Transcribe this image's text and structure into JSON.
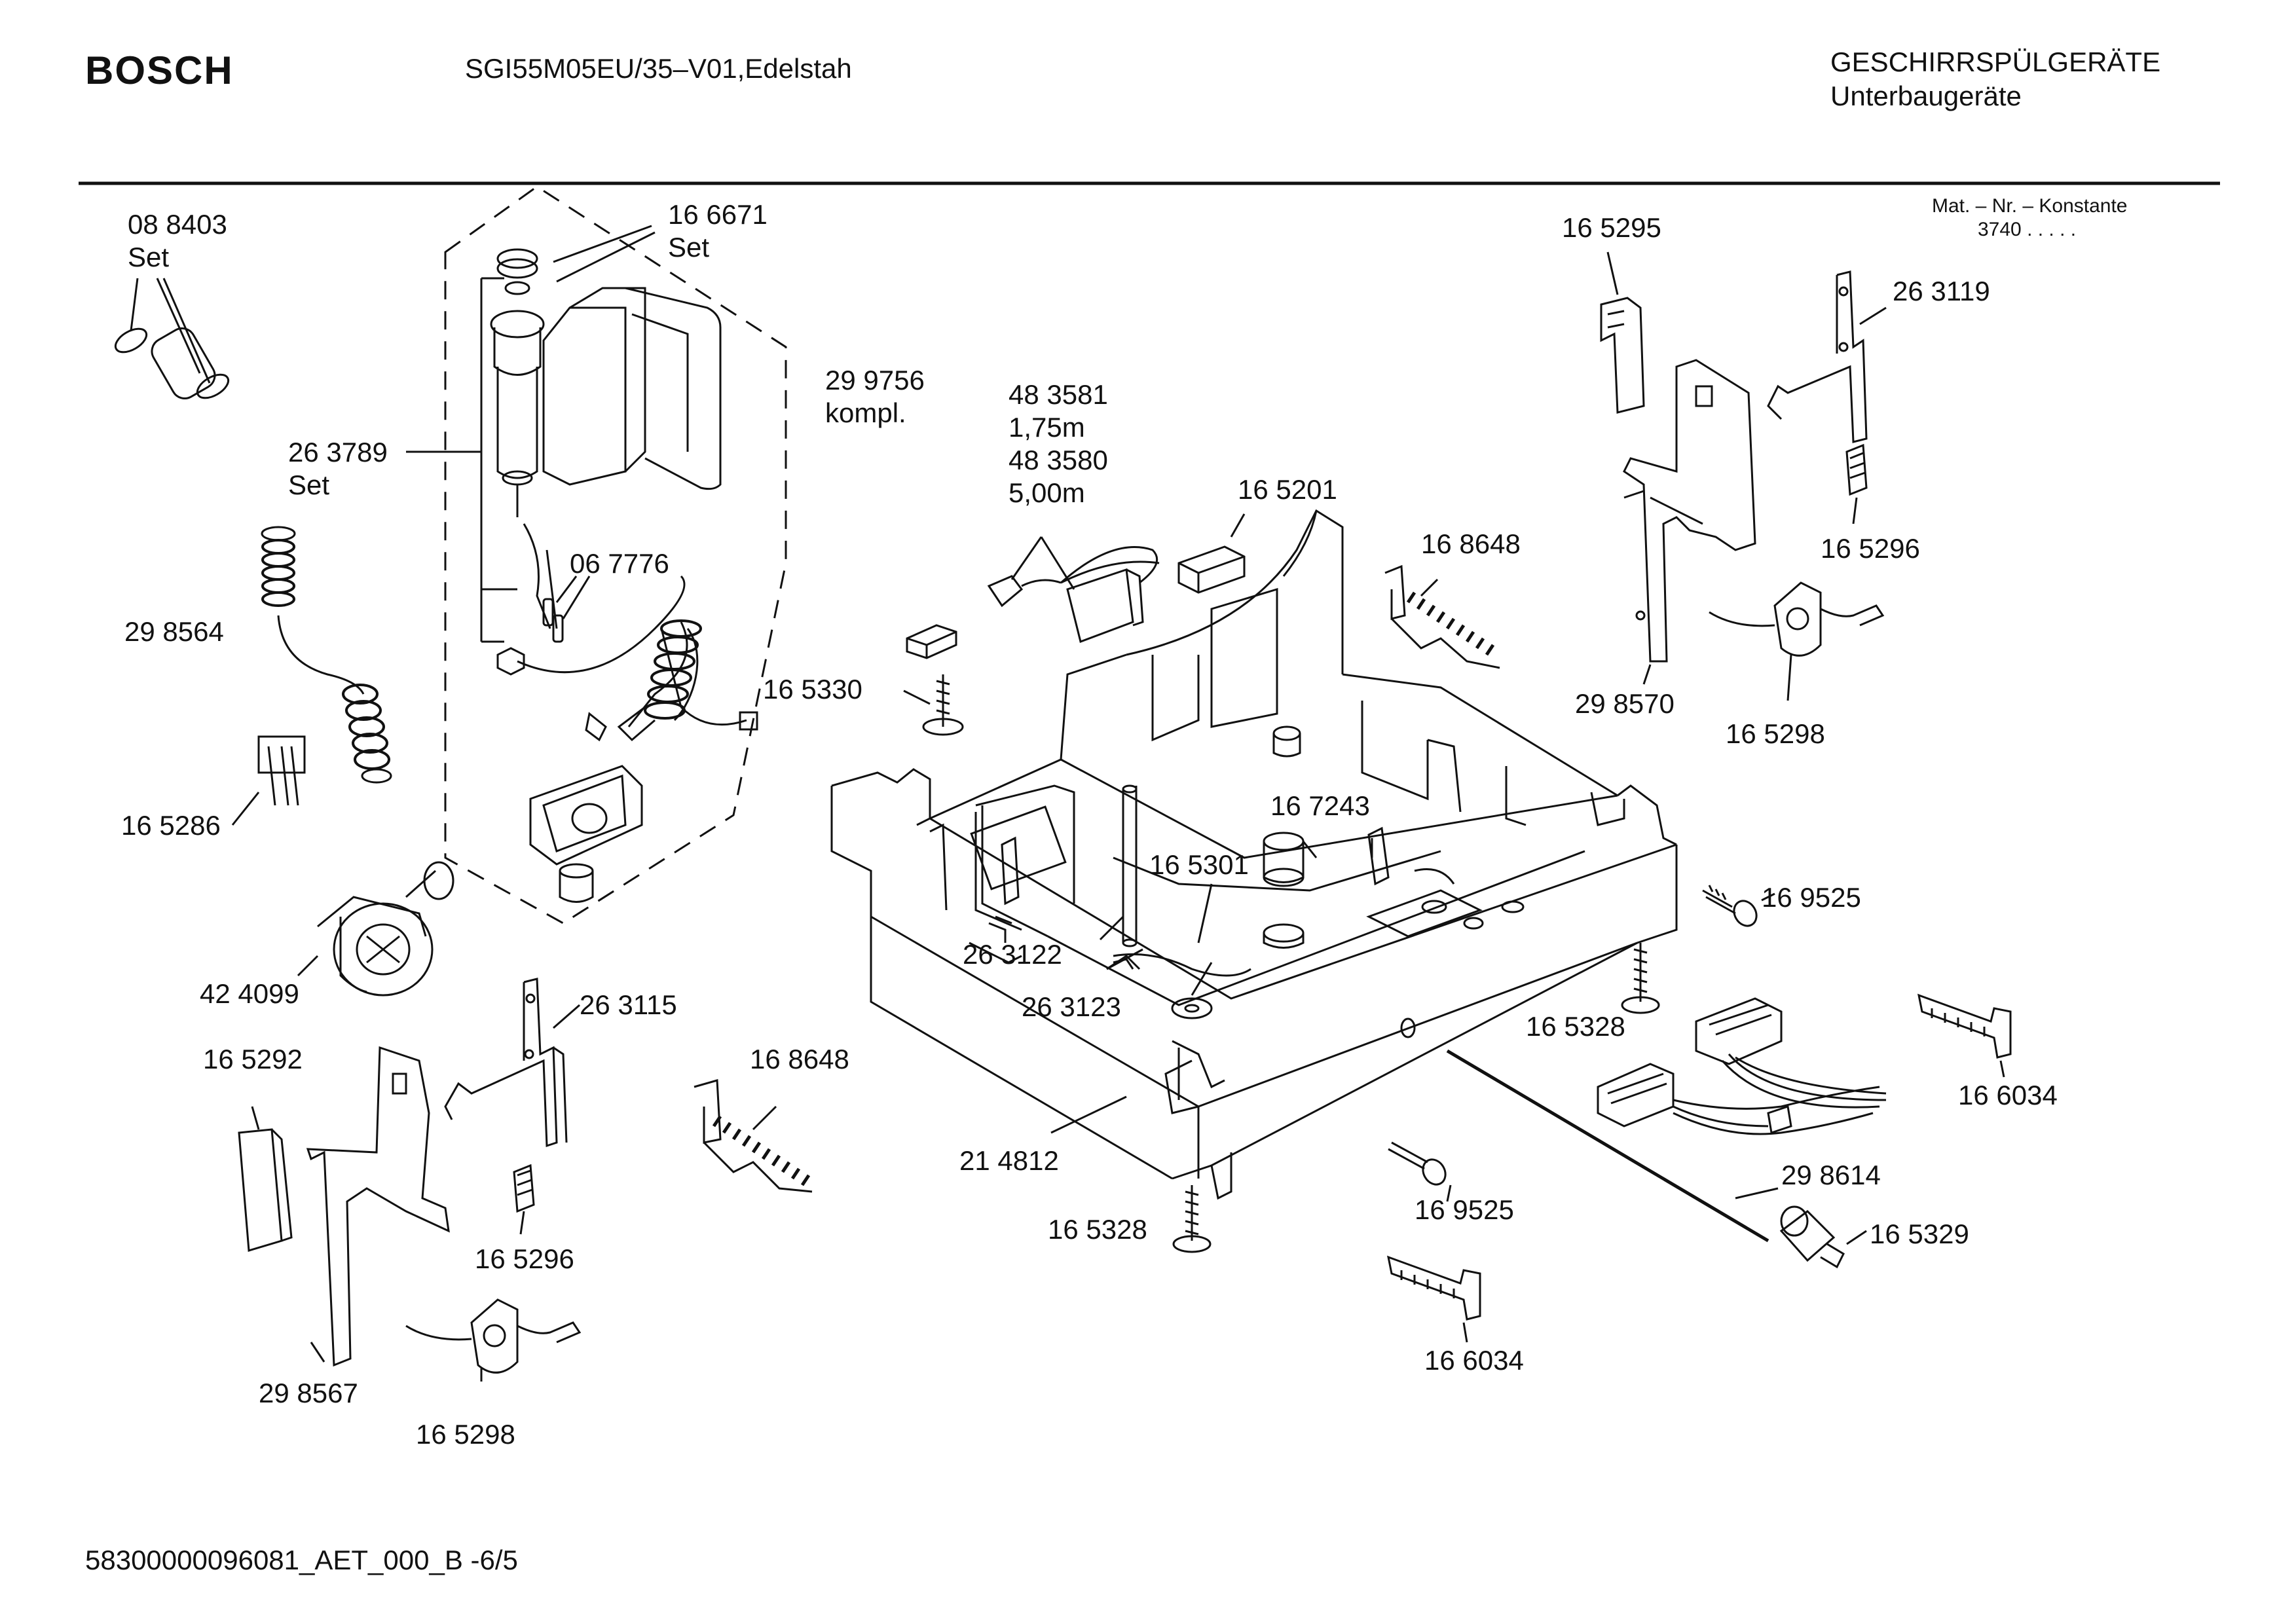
{
  "header": {
    "brand": "BOSCH",
    "model": "SGI55M05EU/35–V01,Edelstah",
    "category": "GESCHIRRSPÜLGERÄTE",
    "subcategory": "Unterbaugeräte",
    "mat_label": "Mat. – Nr. – Konstante",
    "mat_value": "3740  .  .  .  .  ."
  },
  "footer": {
    "doc_id": "58300000096081_AET_000_B  -6/5"
  },
  "parts": {
    "p088403": "08 8403",
    "p088403_set": "Set",
    "p166671": "16 6671",
    "p166671_set": "Set",
    "p299756": "29 9756",
    "p299756_kompl": "kompl.",
    "p263789": "26 3789",
    "p263789_set": "Set",
    "p067776": "06 7776",
    "p298564": "29 8564",
    "p165286": "16 5286",
    "p424099": "42 4099",
    "p263115": "26 3115",
    "p165292": "16 5292",
    "p165296a": "16 5296",
    "p298567": "29 8567",
    "p165298a": "16 5298",
    "p483581": "48 3581",
    "p483581_len": "1,75m",
    "p483580": "48 3580",
    "p483580_len": "5,00m",
    "p165201": "16 5201",
    "p165330": "16 5330",
    "p168648a": "16 8648",
    "p167243": "16 7243",
    "p165301": "16 5301",
    "p263122": "26 3122",
    "p263123": "26 3123",
    "p168648b": "16 8648",
    "p214812": "21 4812",
    "p165328a": "16 5328",
    "p165295": "16 5295",
    "p263119": "26 3119",
    "p165296b": "16 5296",
    "p298570": "29 8570",
    "p165298b": "16 5298",
    "p169525a": "16 9525",
    "p165328b": "16 5328",
    "p166034a": "16 6034",
    "p169525b": "16 9525",
    "p298614": "29 8614",
    "p165329": "16 5329",
    "p166034b": "16 6034"
  }
}
